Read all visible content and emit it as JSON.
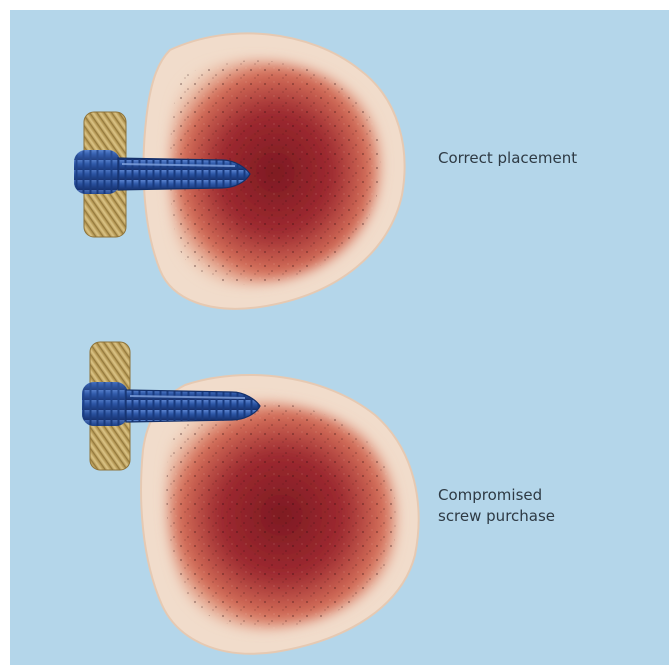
{
  "figure": {
    "background_color": "#b4d6ea",
    "top": {
      "caption": "Correct placement",
      "bone_icon": "bone-cross-section",
      "screw_icon": "locking-screw",
      "plate_icon": "plate-segment"
    },
    "bottom": {
      "caption": "Compromised\nscrew purchase",
      "bone_icon": "bone-cross-section",
      "screw_icon": "locking-screw",
      "plate_icon": "plate-segment"
    },
    "colors": {
      "cortex": "#f1dccb",
      "cancellous": "#a8282f",
      "screw": "#284f9c",
      "plate": "#c9ad6a"
    }
  }
}
